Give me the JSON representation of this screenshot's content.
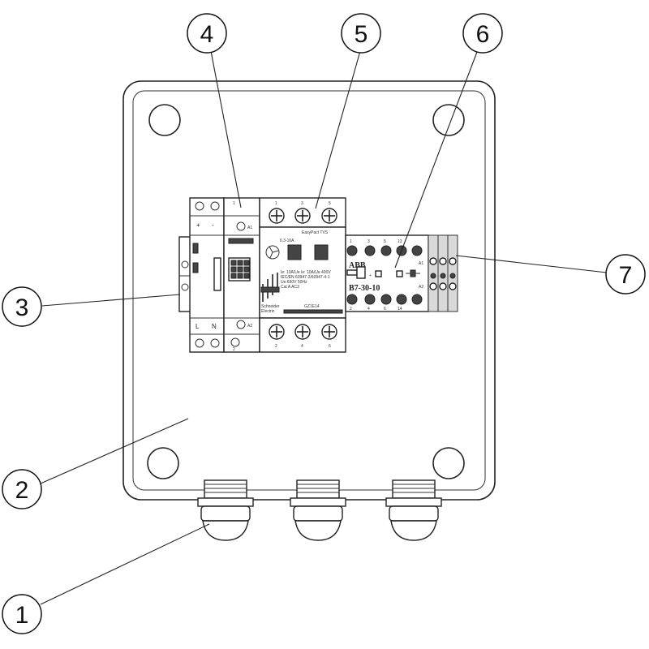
{
  "callouts": [
    "1",
    "2",
    "3",
    "4",
    "5",
    "6",
    "7"
  ],
  "psu": {
    "top_terminals": [
      "+",
      "-"
    ],
    "bottom_terminals": [
      "L",
      "N"
    ]
  },
  "relay_module": {
    "top_pin": "1",
    "bottom_pin": "2",
    "coil_a1": "A1",
    "coil_a2": "A2"
  },
  "motor_breaker": {
    "brand": "EasyPact TVS",
    "range": "6.3-10A",
    "top_terminals": [
      "1",
      "3",
      "5"
    ],
    "bottom_terminals": [
      "2",
      "4",
      "6"
    ],
    "maker": "Schneider",
    "maker_sub": "Electric",
    "model": "GZ1E14",
    "specs": [
      "Ie: 10A/Ue Ie: 10A/Ue 400V",
      "IEC/EN 60947-2/60947-4-1",
      "Ue:690V 50Hz",
      "Cat A  AC3"
    ]
  },
  "contactor": {
    "top_terminals": [
      "1",
      "3",
      "5",
      "13"
    ],
    "bottom_terminals": [
      "2",
      "4",
      "6",
      "14"
    ],
    "brand": "ABB",
    "model": "B7-30-10",
    "a1": "A1",
    "a2": "A2"
  }
}
